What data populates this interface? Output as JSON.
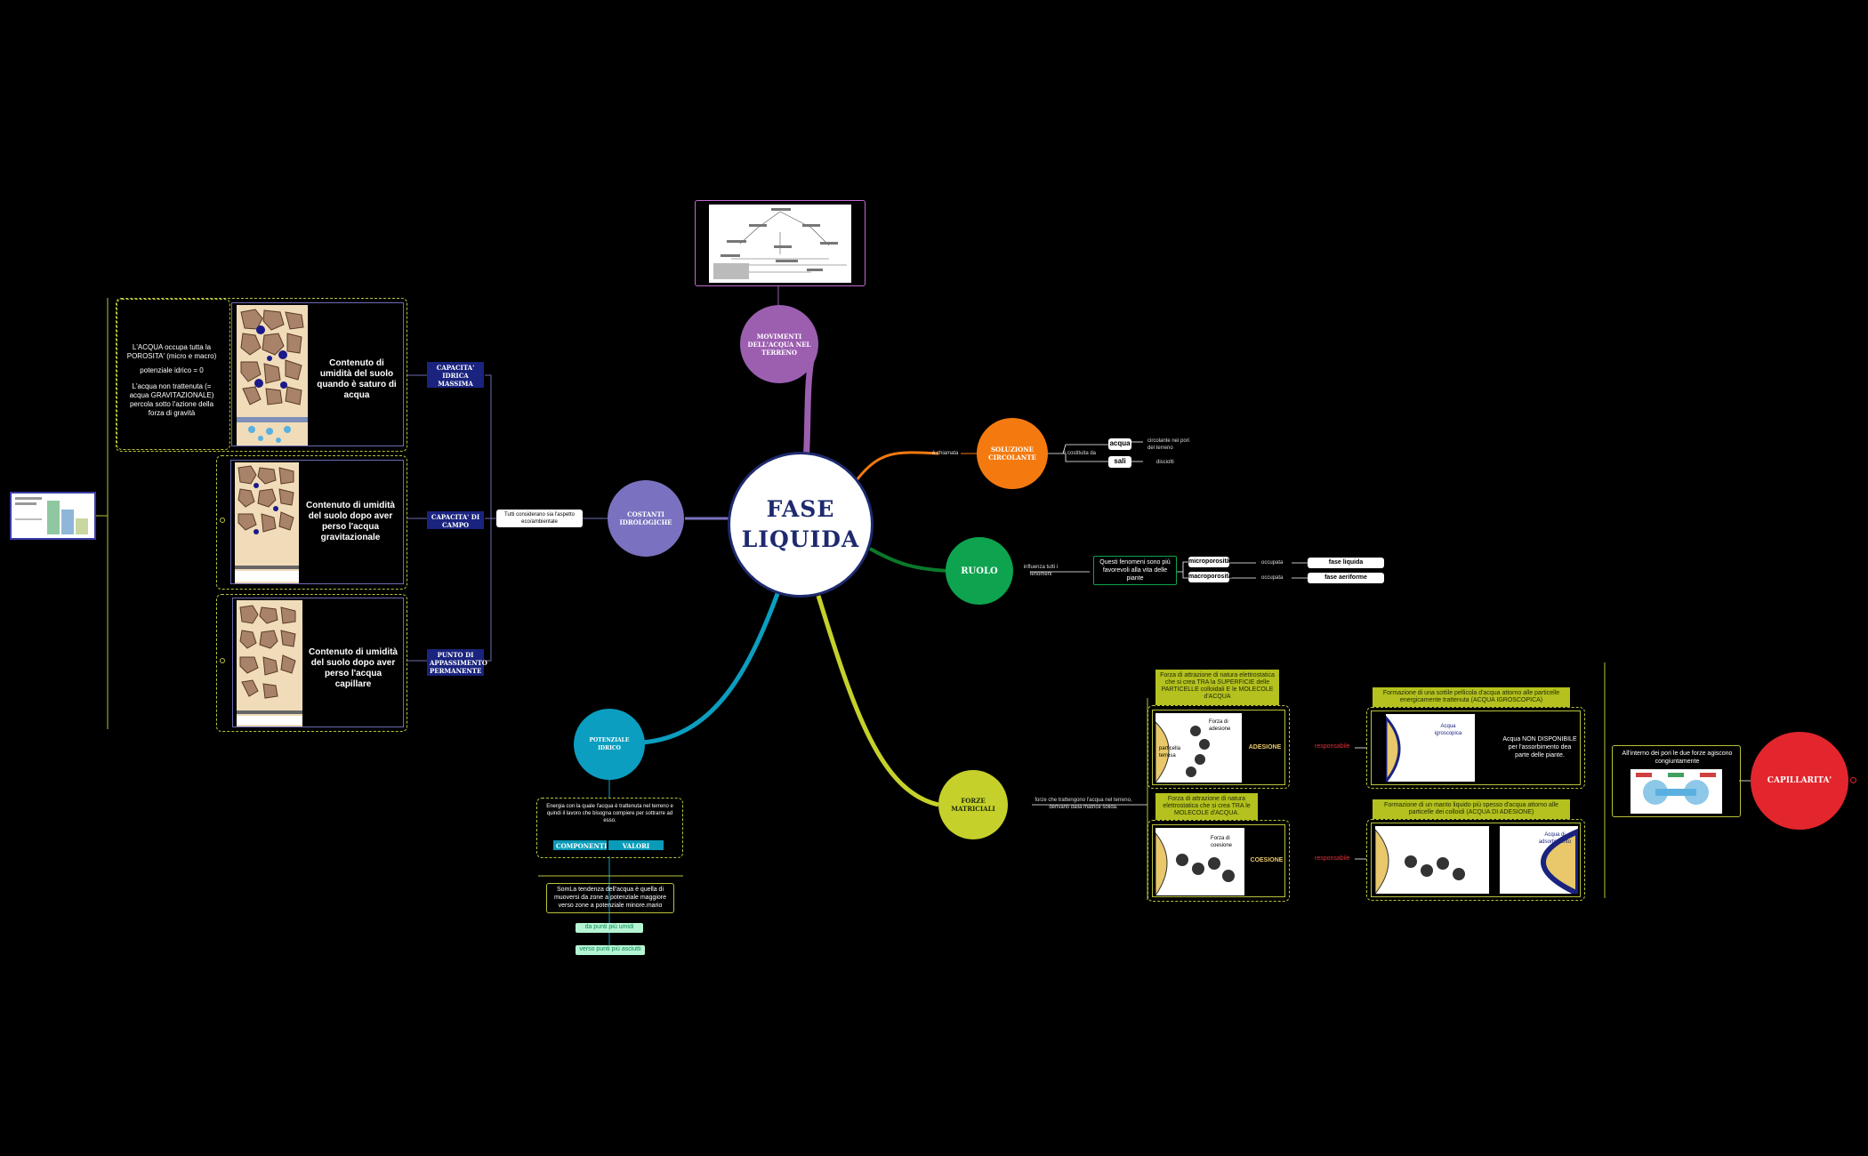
{
  "center": {
    "line1": "FASE",
    "line2": "LIQUIDA"
  },
  "topics": {
    "movimenti": "MOVIMENTI DELL'ACQUA NEL TERRENO",
    "soluzione": "SOLUZIONE CIRCOLANTE",
    "ruolo": "RUOLO",
    "costanti": "COSTANTI IDROLOGICHE",
    "potenziale": "POTENZIALE IDRICO",
    "forze": "FORZE MATRICIALI",
    "capillarita": "CAPILLARITA'"
  },
  "soluzione": {
    "link_text": "è chiamata",
    "costituita": "è costituita da",
    "acqua": "acqua",
    "sali": "sali",
    "acqua_note": "circolante nei pori del terreno",
    "sali_note": "disciolti"
  },
  "ruolo": {
    "influenza": "influenza tutti i fenomeni",
    "box": "Questi fenomeni sono più favorevoli alla vita delle piante",
    "micro": "microporosità",
    "macro": "macroporosità",
    "occupata1": "occupata",
    "occupata2": "occupata",
    "fase_liquida": "fase liquida",
    "fase_aeriforme": "fase aeriforme"
  },
  "costanti": {
    "note": "Tutti considerano sia l'aspetto eco/ambientale",
    "cap_idrica": "CAPACITA' IDRICA MASSIMA",
    "cap_campo": "CAPACITA' DI CAMPO",
    "appassimento": "PUNTO DI APPASSIMENTO PERMANENTE",
    "box1": "Contenuto di umidità del suolo quando è saturo di acqua",
    "box2": "Contenuto di umidità del suolo dopo aver perso l'acqua gravitazionale",
    "box3": "Contenuto di umidità del suolo dopo aver perso l'acqua capillare",
    "note1a": "L'ACQUA occupa tutta la POROSITA' (micro e macro)",
    "note1b": "potenziale idrico = 0",
    "note1c": "L'acqua non trattenuta (= acqua GRAVITAZIONALE) percola sotto l'azione della forza di gravità"
  },
  "potenziale": {
    "desc": "Energia con la quale l'acqua è trattenuta nel terreno e quindi il lavoro che bisogna compiere per sottrarre ad esso.",
    "componenti": "COMPONENTI",
    "valori": "VALORI",
    "tendenza": "SomLa tendenza dell'acqua è quella di muoversi da zone a potenziale maggiore verso zone a potenziale minore.mario",
    "da": "da punti più umidi",
    "verso": "verso punti più asciutti"
  },
  "forze": {
    "desc": "forze che trattengono l'acqua nel terreno, derivanti dalla matrice solida.",
    "adesione_def": "Forza di attrazione di natura elettrostatica che si crea TRA la SUPERFICIE delle PARTICELLE colloidali E le MOLECOLE d'ACQUA",
    "coesione_def": "Forza di attrazione di natura elettrostatica che si crea TRA le MOLECOLE d'ACQUA.",
    "adesione": "ADESIONE",
    "coesione": "COESIONE",
    "forza_adesione": "Forza di adesione",
    "forza_coesione": "Forza di coesione",
    "particella": "particella terrosa",
    "responsabile1": "responsabile",
    "responsabile2": "responsabile",
    "igro_def": "Formazione di una sottile pellicola d'acqua attorno alle particelle energicamente trattenuta (ACQUA IGROSCOPICA)",
    "ades_def": "Formazione di un manto liquido più spesso d'acqua attorno alle particelle dei colloidi (ACQUA DI ADESIONE)",
    "acqua_igro": "Acqua igroscopica",
    "non_disp": "Acqua NON DISPONIBILE per l'assorbimento dea parte delle piante.",
    "acqua_ades": "Acqua di adsorbimento"
  },
  "capillarita": {
    "desc": "All'interno dei pori le due forze agiscono congiuntamente"
  },
  "colors": {
    "movimenti": "#9c5fb0",
    "soluzione": "#f47a0f",
    "ruolo": "#0ea34f",
    "costanti": "#7a72c0",
    "potenziale": "#0b9ec0",
    "forze": "#c5d12a",
    "capillarita": "#e3262d",
    "central_text": "#1e2a6e"
  }
}
